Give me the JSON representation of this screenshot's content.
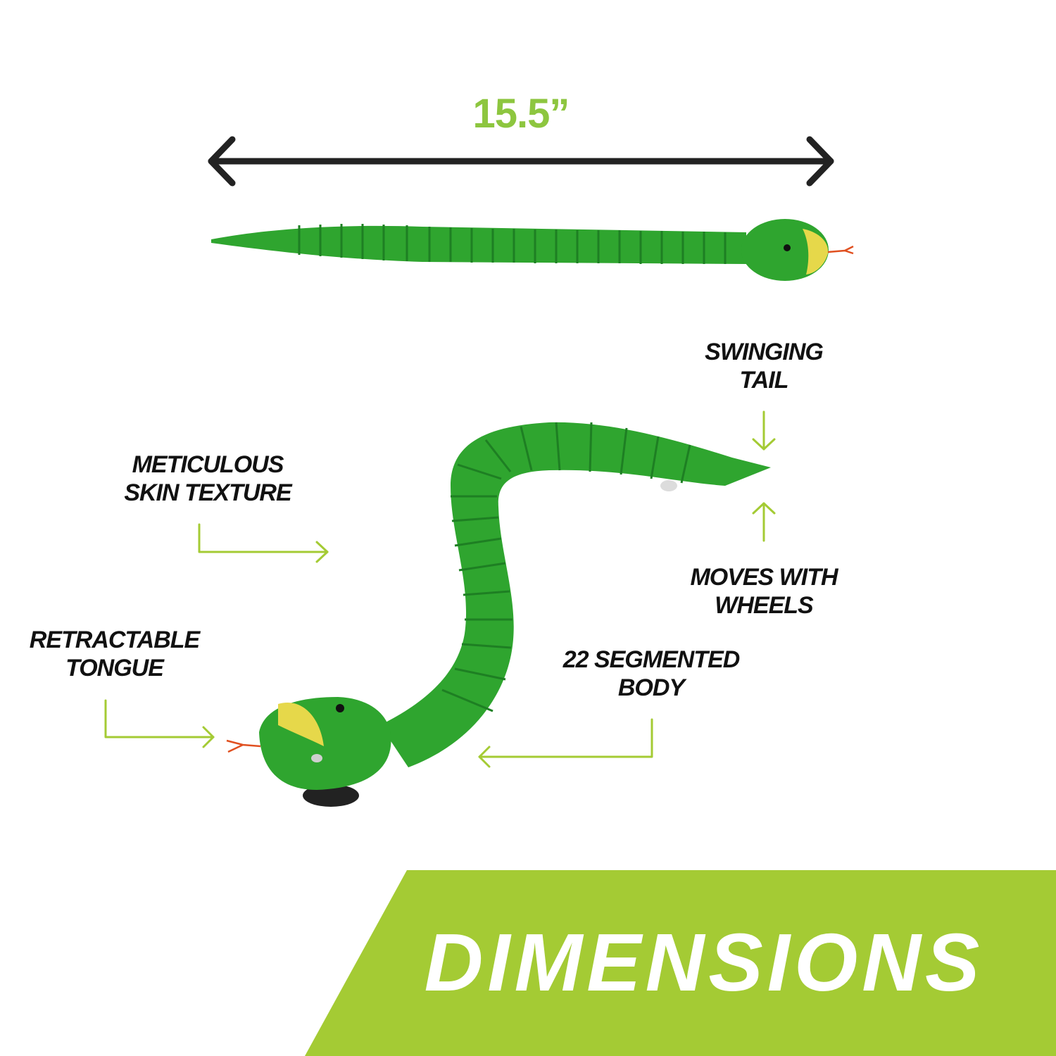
{
  "measurement": {
    "length_label": "15.5”"
  },
  "callouts": {
    "swinging_tail": [
      "SWINGING",
      "TAIL"
    ],
    "skin_texture": [
      "METICULOUS",
      "SKIN TEXTURE"
    ],
    "wheels": [
      "MOVES WITH",
      "WHEELS"
    ],
    "tongue": [
      "RETRACTABLE",
      "TONGUE"
    ],
    "segmented_body": [
      "22 SEGMENTED",
      "BODY"
    ]
  },
  "banner": {
    "title": "DIMENSIONS"
  },
  "colors": {
    "accent": "#a4cb34",
    "snake_green": "#2fa52f",
    "snake_dark": "#1f8a27",
    "yellow": "#e6d84a",
    "arrow_dark": "#222222",
    "text": "#111111"
  }
}
